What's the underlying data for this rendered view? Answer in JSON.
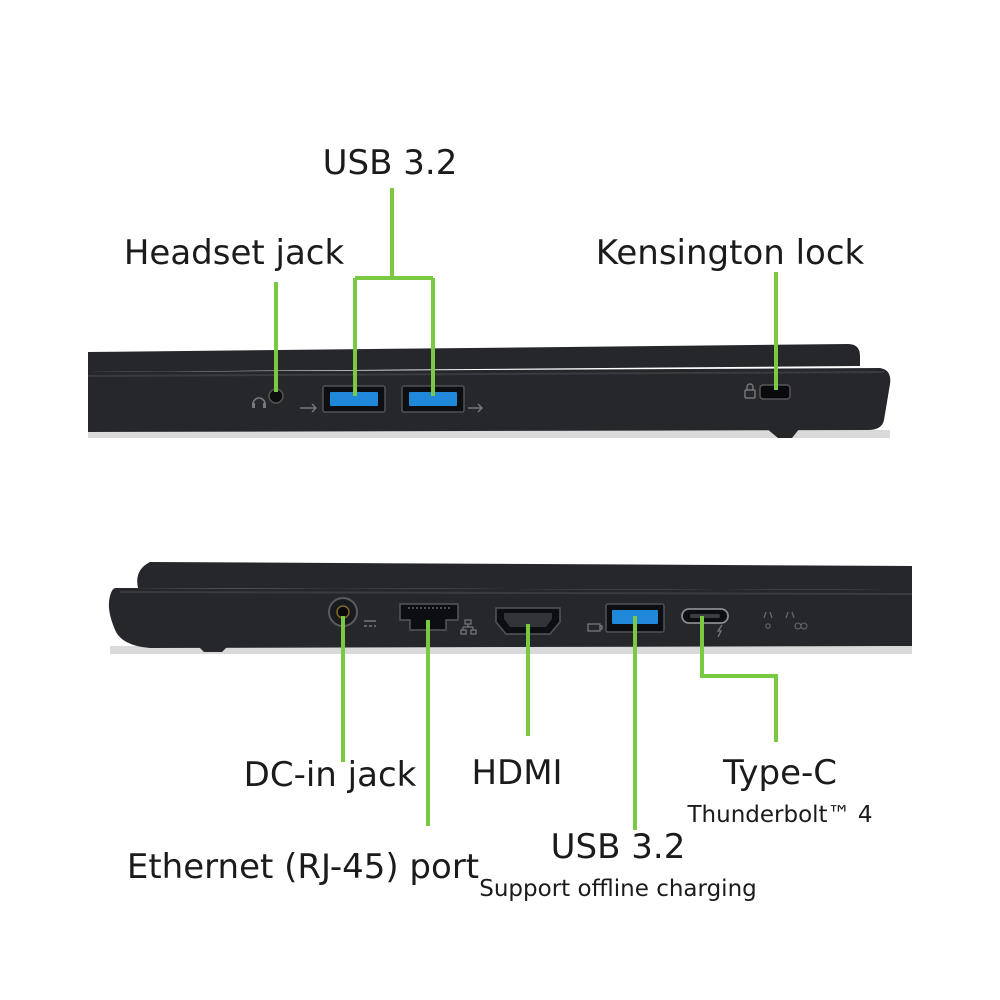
{
  "colors": {
    "callout_line": "#7ac943",
    "laptop_body": "#26272b",
    "laptop_edge": "#3a3b40",
    "usb_port": "#1f88d8",
    "background": "#ffffff",
    "text": "#1b1b1b"
  },
  "top_view": {
    "headset_jack": {
      "label": "Headset jack",
      "icon": "headset-icon"
    },
    "usb_pair": {
      "label": "USB 3.2",
      "icon": "usb-icon"
    },
    "kensington_lock": {
      "label": "Kensington lock",
      "icon": "lock-icon"
    }
  },
  "bottom_view": {
    "dc_in": {
      "label": "DC-in jack",
      "icon": "power-icon"
    },
    "ethernet": {
      "label": "Ethernet (RJ-45) port",
      "icon": "network-icon"
    },
    "hdmi": {
      "label": "HDMI"
    },
    "usb": {
      "label": "USB 3.2",
      "sublabel": "Support offline charging",
      "icon": "usb-charge-icon"
    },
    "type_c": {
      "label": "Type-C",
      "sublabel": "Thunderbolt™ 4",
      "icon": "thunderbolt-icon"
    },
    "status_leds": {
      "icon": "status-led-icon"
    }
  }
}
